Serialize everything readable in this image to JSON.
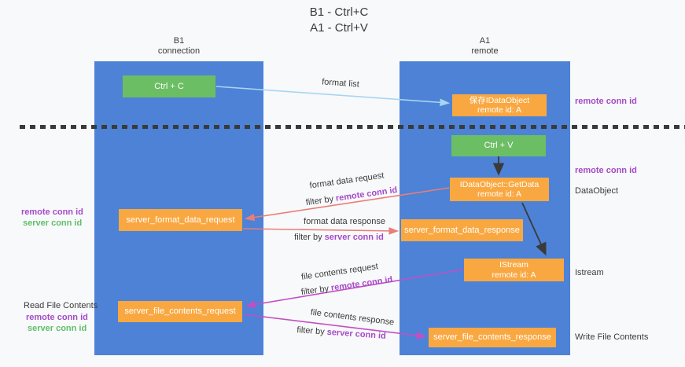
{
  "title": {
    "line1": "B1 - Ctrl+C",
    "line2": "A1 - Ctrl+V"
  },
  "columns": {
    "left": {
      "name": "B1",
      "subtitle": "connection"
    },
    "right": {
      "name": "A1",
      "subtitle": "remote"
    }
  },
  "nodes": {
    "ctrl_c": {
      "label": "Ctrl + C"
    },
    "save_dataobject": {
      "line1": "保存IDataObject",
      "line2": "remote id: A"
    },
    "ctrl_v": {
      "label": "Ctrl + V"
    },
    "getdata": {
      "line1": "IDataObject::GetData",
      "line2": "remote id: A"
    },
    "format_request": {
      "label": "server_format_data_request"
    },
    "format_response": {
      "label": "server_format_data_response"
    },
    "istream": {
      "line1": "IStream",
      "line2": "remote id: A"
    },
    "file_request": {
      "label": "server_file_contents_request"
    },
    "file_response": {
      "label": "server_file_contents_response"
    }
  },
  "arrow_labels": {
    "format_list": "format list",
    "format_data_request": "format data request",
    "format_data_response": "format data response",
    "file_contents_request": "file contents request",
    "file_contents_response": "file contents response",
    "filter_by": "filter by",
    "remote_conn_id": "remote conn id",
    "server_conn_id": "server conn id"
  },
  "side_labels": {
    "remote_conn_id": "remote conn id",
    "server_conn_id": "server conn id",
    "dataobject": "DataObject",
    "istream": "Istream",
    "read_file_contents": "Read File Contents",
    "write_file_contents": "Write File Contents"
  },
  "colors": {
    "column_blue": "#4d82d6",
    "box_orange": "#f9a841",
    "box_green": "#6cbe64",
    "arrow_lightblue": "#a8d5f2",
    "arrow_salmon": "#e97e76",
    "arrow_magenta": "#c24fc4",
    "arrow_black": "#3a3a3a",
    "text_purple": "#a54ac9",
    "text_green": "#5ebf68",
    "text_dark": "#3b3b3b"
  }
}
